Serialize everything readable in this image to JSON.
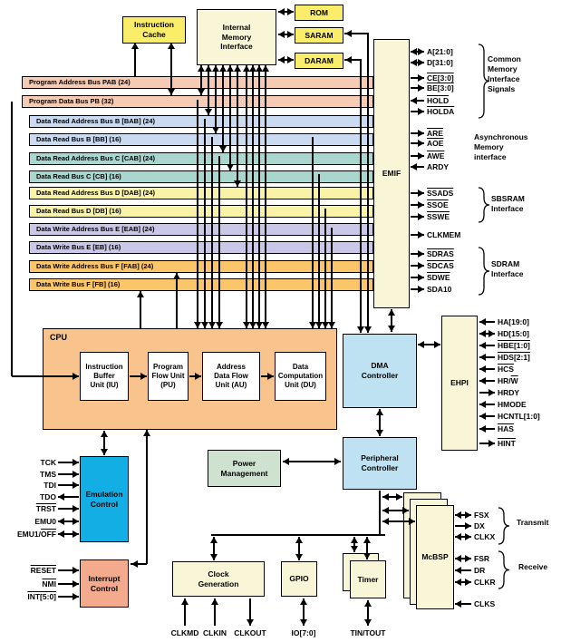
{
  "blocks": {
    "instruction_cache": "Instruction\nCache",
    "imi": "Internal\nMemory\nInterface",
    "rom": "ROM",
    "saram": "SARAM",
    "daram": "DARAM",
    "emif": "EMIF",
    "cpu": "CPU",
    "iu": "Instruction\nBuffer\nUnit (IU)",
    "pu": "Program\nFlow Unit\n(PU)",
    "au": "Address\nData Flow\nUnit (AU)",
    "du": "Data\nComputation\nUnit (DU)",
    "dma": "DMA\nController",
    "peripheral": "Peripheral\nController",
    "ehpi": "EHPI",
    "emulation": "Emulation\nControl",
    "interrupt": "Interrupt\nControl",
    "power": "Power\nManagement",
    "clockgen": "Clock\nGeneration",
    "gpio": "GPIO",
    "timer": "Timer",
    "mcbsp": "McBSP"
  },
  "buses": [
    {
      "label": "Program Address Bus PAB (24)",
      "color": "bus_salmon"
    },
    {
      "label": "Program Data Bus PB (32)",
      "color": "bus_salmon"
    },
    {
      "label": "Data Read Address Bus B [BAB] (24)",
      "color": "bus_blue"
    },
    {
      "label": "Data Read Bus B [BB] (16)",
      "color": "bus_blue"
    },
    {
      "label": "Data Read Address Bus C [CAB] (24)",
      "color": "bus_teal"
    },
    {
      "label": "Data Read Bus C [CB] (16)",
      "color": "bus_teal"
    },
    {
      "label": "Data Read Address Bus D [DAB] (24)",
      "color": "bus_yellow"
    },
    {
      "label": "Data Read Bus D [DB] (16)",
      "color": "bus_yellow"
    },
    {
      "label": "Data Write Address Bus E [EAB] (24)",
      "color": "bus_lavender"
    },
    {
      "label": "Data Write Bus E [EB] (16)",
      "color": "bus_lavender"
    },
    {
      "label": "Data Write Address Bus F [FAB] (24)",
      "color": "bus_orange"
    },
    {
      "label": "Data Write Bus F [FB] (16)",
      "color": "bus_orange"
    }
  ],
  "emif_signals": {
    "common": {
      "title": "Common\nMemory\nInterface\nSignals",
      "items": [
        {
          "t": "A[21:0]",
          "d": "bi"
        },
        {
          "t": "D[31:0]",
          "d": "bi"
        },
        {
          "t": "CE[3:0]",
          "d": "out",
          "ov": true
        },
        {
          "t": "BE[3:0]",
          "d": "out",
          "ov": true
        },
        {
          "t": "HOLD",
          "d": "in",
          "ov": true
        },
        {
          "t": "HOLDA",
          "d": "out",
          "ov": true
        }
      ]
    },
    "async": {
      "title": "Asynchronous\nMemory\ninterface",
      "items": [
        {
          "t": "ARE",
          "d": "out",
          "ov": true
        },
        {
          "t": "AOE",
          "d": "out",
          "ov": true
        },
        {
          "t": "AWE",
          "d": "out",
          "ov": true
        },
        {
          "t": "ARDY",
          "d": "in"
        }
      ]
    },
    "sbsram": {
      "title": "SBSRAM\nInterface",
      "items": [
        {
          "t": "SSADS",
          "d": "out",
          "ov": true
        },
        {
          "t": "SSOE",
          "d": "out",
          "ov": true
        },
        {
          "t": "SSWE",
          "d": "out",
          "ov": true
        }
      ]
    },
    "clkmem": {
      "items": [
        {
          "t": "CLKMEM",
          "d": "out"
        }
      ]
    },
    "sdram": {
      "title": "SDRAM\nInterface",
      "items": [
        {
          "t": "SDRAS",
          "d": "out",
          "ov": true
        },
        {
          "t": "SDCAS",
          "d": "out",
          "ov": true
        },
        {
          "t": "SDWE",
          "d": "out",
          "ov": true
        },
        {
          "t": "SDA10",
          "d": "out"
        }
      ]
    }
  },
  "ehpi_signals": [
    {
      "t": "HA[19:0]",
      "d": "in"
    },
    {
      "t": "HD[15:0]",
      "d": "bi"
    },
    {
      "t": "HBE[1:0]",
      "d": "in",
      "ov": true
    },
    {
      "t": "HDS[2:1]",
      "d": "in",
      "ov": true
    },
    {
      "t": "HCS",
      "d": "in",
      "ov": true
    },
    {
      "pre": "HR/",
      "ovt": "W",
      "d": "in"
    },
    {
      "t": "HRDY",
      "d": "out"
    },
    {
      "t": "HMODE",
      "d": "in"
    },
    {
      "t": "HCNTL[1:0]",
      "d": "in"
    },
    {
      "t": "HAS",
      "d": "in",
      "ov": true
    },
    {
      "t": "HINT",
      "d": "out",
      "ov": true
    }
  ],
  "mcbsp_signals": {
    "transmit": {
      "title": "Transmit",
      "items": [
        {
          "t": "FSX",
          "d": "bi"
        },
        {
          "t": "DX",
          "d": "out"
        },
        {
          "t": "CLKX",
          "d": "bi"
        }
      ]
    },
    "receive": {
      "title": "Receive",
      "items": [
        {
          "t": "FSR",
          "d": "bi"
        },
        {
          "t": "DR",
          "d": "in"
        },
        {
          "t": "CLKR",
          "d": "bi"
        }
      ]
    },
    "clks": {
      "items": [
        {
          "t": "CLKS",
          "d": "in"
        }
      ]
    }
  },
  "emulation_signals": [
    {
      "t": "TCK",
      "d": "in"
    },
    {
      "t": "TMS",
      "d": "in"
    },
    {
      "t": "TDI",
      "d": "in"
    },
    {
      "t": "TDO",
      "d": "out"
    },
    {
      "t": "TRST",
      "d": "in",
      "ov": true
    },
    {
      "t": "EMU0",
      "d": "bi"
    },
    {
      "pre": "EMU1/",
      "ovt": "OFF",
      "d": "bi"
    }
  ],
  "interrupt_signals": [
    {
      "t": "RESET",
      "d": "in",
      "ov": true
    },
    {
      "t": "NMI",
      "d": "in",
      "ov": true
    },
    {
      "t": "INT[5:0]",
      "d": "in",
      "ov": true
    }
  ],
  "bottom_pins": [
    {
      "t": "CLKMD",
      "d": "in"
    },
    {
      "t": "CLKIN",
      "d": "in"
    },
    {
      "t": "CLKOUT",
      "d": "out"
    },
    {
      "t": "IO[7:0]",
      "d": "bi"
    },
    {
      "t": "TIN/TOUT",
      "d": "bi"
    }
  ],
  "colors": {
    "bright_yellow": "#f9ed6a",
    "cream": "#f9f6d8",
    "bus_salmon": "#f6cbb4",
    "bus_blue": "#c9daf1",
    "bus_teal": "#a9d7cf",
    "bus_yellow": "#f8f3a7",
    "bus_lavender": "#cac7e8",
    "bus_orange": "#fbc569",
    "cpu_orange": "#f8c38d",
    "ctrl_blue": "#bfe2f2",
    "emu_cyan": "#12aee4",
    "int_salmon": "#f3aa8d",
    "power_green": "#cfe2cf",
    "white": "#ffffff",
    "line": "#000000"
  }
}
